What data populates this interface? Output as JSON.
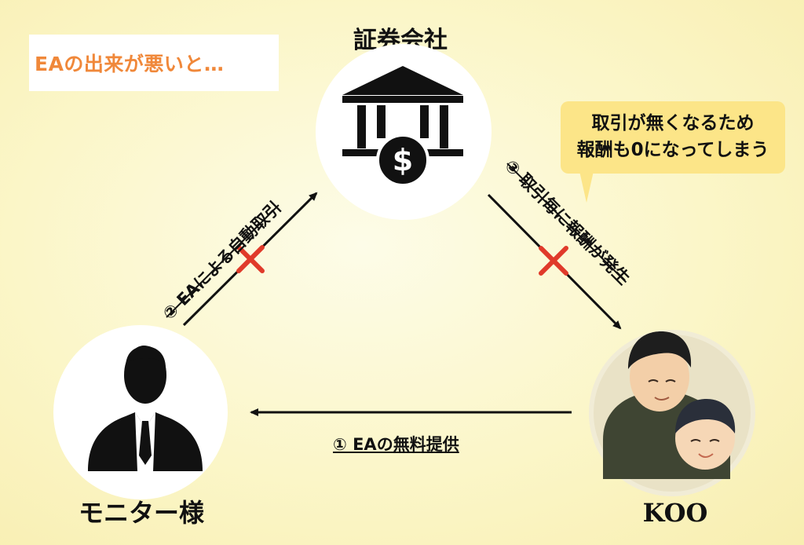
{
  "headline": "EAの出来が悪いと…",
  "nodes": {
    "broker": "証券会社",
    "monitor": "モニター様",
    "koo": "KOO"
  },
  "edges": {
    "free_provision": "① EAの無料提供",
    "auto_trading": "② EAによる自動取引",
    "reward": "③ 取引毎に報酬が発生"
  },
  "callout": {
    "line1": "取引が無くなるため",
    "line2": "報酬も0になってしまう"
  },
  "icons": {
    "broker": "bank-dollar-icon",
    "monitor": "businessman-icon",
    "koo": "father-child-portrait"
  },
  "colors": {
    "headline": "#f0883a",
    "cross": "#e03a2a",
    "callout_bg": "#fce588",
    "arrow": "#111111"
  }
}
